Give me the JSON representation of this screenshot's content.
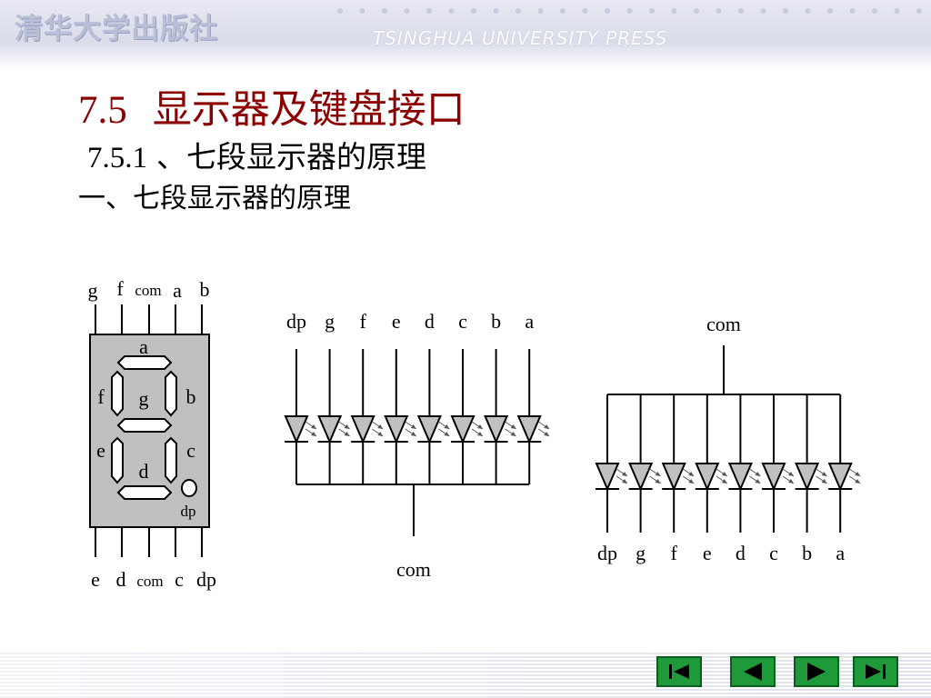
{
  "header": {
    "publisher_cn": "清华大学出版社",
    "publisher_en": "TSINGHUA UNIVERSITY PRESS"
  },
  "title": {
    "number": "7.5",
    "text": "显示器及键盘接口"
  },
  "subtitle": {
    "number": "7.5.1",
    "text": "、七段显示器的原理"
  },
  "section": "一、七段显示器的原理",
  "seg_display": {
    "top_pins": [
      "g",
      "f",
      "com",
      "a",
      "b"
    ],
    "bottom_pins": [
      "e",
      "d",
      "com",
      "c",
      "dp"
    ],
    "segments": {
      "a": "a",
      "b": "b",
      "c": "c",
      "d": "d",
      "e": "e",
      "f": "f",
      "g": "g",
      "dp": "dp"
    }
  },
  "common_cathode": {
    "labels": [
      "dp",
      "g",
      "f",
      "e",
      "d",
      "c",
      "b",
      "a"
    ],
    "com_label": "com"
  },
  "common_anode": {
    "com_label": "com",
    "labels": [
      "dp",
      "g",
      "f",
      "e",
      "d",
      "c",
      "b",
      "a"
    ]
  },
  "nav": {
    "first_icon": "first-page-icon",
    "prev_icon": "prev-page-icon",
    "next_icon": "next-page-icon",
    "last_icon": "last-page-icon"
  },
  "colors": {
    "title_number": "#8b0000",
    "nav_button": "#1f9a3a",
    "display_body": "#c0c0c0"
  }
}
